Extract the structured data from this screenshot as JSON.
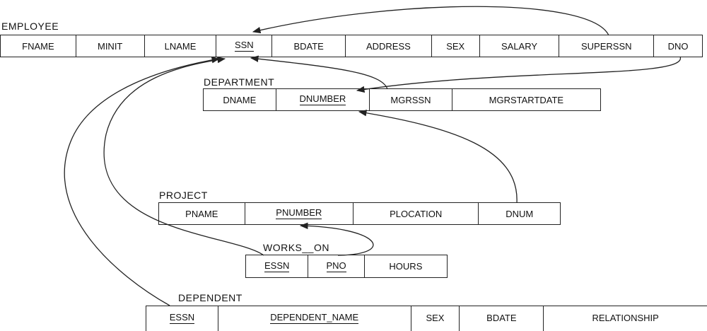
{
  "tables": {
    "employee": {
      "name": "EMPLOYEE",
      "columns": [
        "FNAME",
        "MINIT",
        "LNAME",
        "SSN",
        "BDATE",
        "ADDRESS",
        "SEX",
        "SALARY",
        "SUPERSSN",
        "DNO"
      ],
      "primary_key": [
        "SSN"
      ]
    },
    "department": {
      "name": "DEPARTMENT",
      "columns": [
        "DNAME",
        "DNUMBER",
        "MGRSSN",
        "MGRSTARTDATE"
      ],
      "primary_key": [
        "DNUMBER"
      ]
    },
    "project": {
      "name": "PROJECT",
      "columns": [
        "PNAME",
        "PNUMBER",
        "PLOCATION",
        "DNUM"
      ],
      "primary_key": [
        "PNUMBER"
      ]
    },
    "works_on": {
      "name": "WORKS__ON",
      "columns": [
        "ESSN",
        "PNO",
        "HOURS"
      ],
      "primary_key": [
        "ESSN",
        "PNO"
      ]
    },
    "dependent": {
      "name": "DEPENDENT",
      "columns": [
        "ESSN",
        "DEPENDENT_NAME",
        "SEX",
        "BDATE",
        "RELATIONSHIP"
      ],
      "primary_key": [
        "ESSN",
        "DEPENDENT_NAME"
      ]
    }
  },
  "foreign_keys": [
    {
      "from": "EMPLOYEE.SUPERSSN",
      "to": "EMPLOYEE.SSN"
    },
    {
      "from": "EMPLOYEE.DNO",
      "to": "DEPARTMENT.DNUMBER"
    },
    {
      "from": "DEPARTMENT.MGRSSN",
      "to": "EMPLOYEE.SSN"
    },
    {
      "from": "PROJECT.DNUM",
      "to": "DEPARTMENT.DNUMBER"
    },
    {
      "from": "WORKS__ON.ESSN",
      "to": "EMPLOYEE.SSN"
    },
    {
      "from": "WORKS__ON.PNO",
      "to": "PROJECT.PNUMBER"
    },
    {
      "from": "DEPENDENT.ESSN",
      "to": "EMPLOYEE.SSN"
    }
  ],
  "colors": {
    "line": "#222222",
    "text": "#111111",
    "background": "#ffffff"
  }
}
